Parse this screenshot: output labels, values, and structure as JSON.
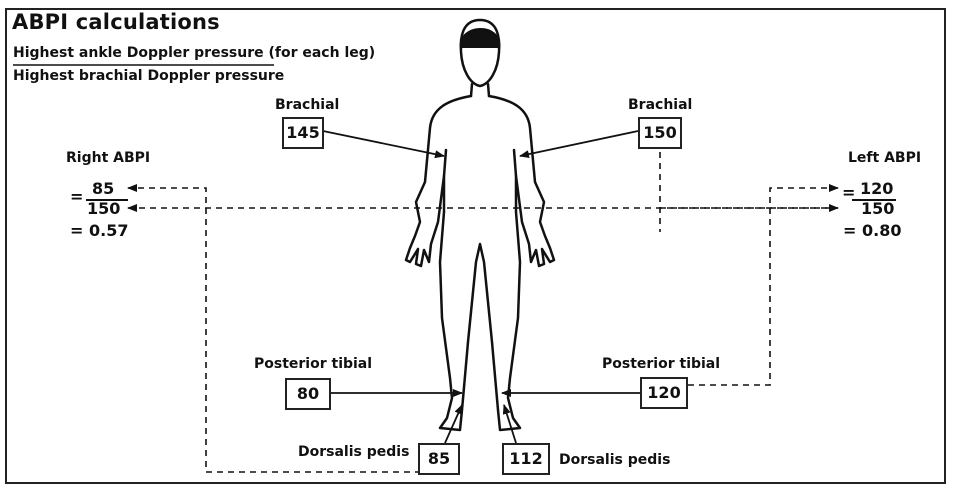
{
  "title": "ABPI calculations",
  "formula": {
    "numerator": "Highest ankle Doppler pressure (for each leg)",
    "denominator": "Highest brachial Doppler pressure"
  },
  "right_brachial": {
    "label": "Brachial",
    "value": "145"
  },
  "left_brachial": {
    "label": "Brachial",
    "value": "150"
  },
  "right_posterior_tibial": {
    "label": "Posterior tibial",
    "value": "80"
  },
  "left_posterior_tibial": {
    "label": "Posterior tibial",
    "value": "120"
  },
  "right_dorsalis_pedis": {
    "label": "Dorsalis pedis",
    "value": "85"
  },
  "left_dorsalis_pedis": {
    "label": "Dorsalis pedis",
    "value": "112"
  },
  "right_abpi": {
    "label": "Right ABPI",
    "eq": "=",
    "numerator": "85",
    "denominator": "150",
    "result": "= 0.57"
  },
  "left_abpi": {
    "label": "Left ABPI",
    "eq": "=",
    "numerator": "120",
    "denominator": "150",
    "result": "= 0.80"
  }
}
